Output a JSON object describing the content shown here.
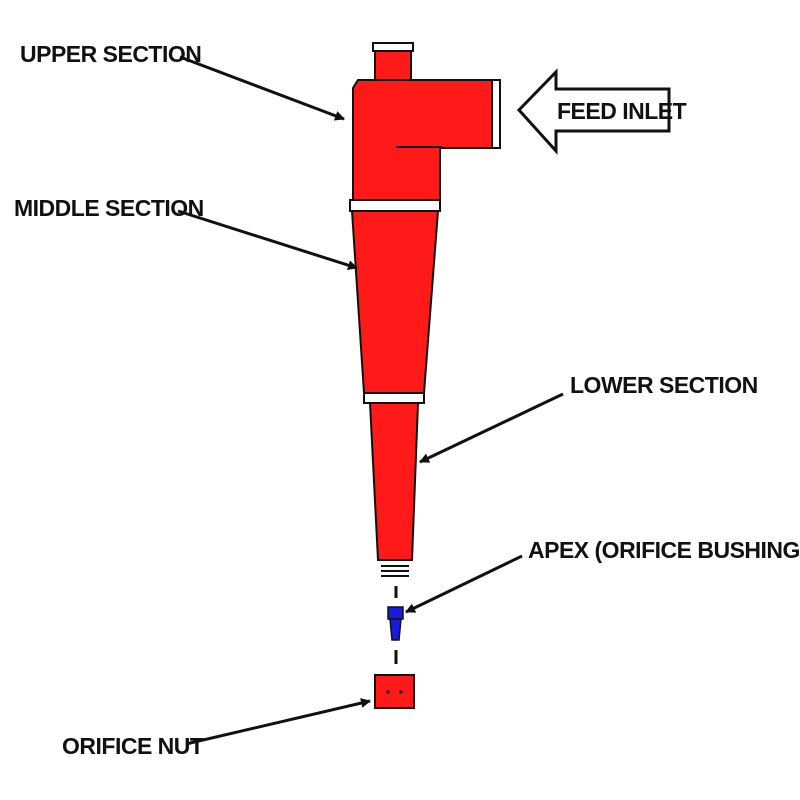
{
  "colors": {
    "body": "#ff1a1a",
    "outline": "#111111",
    "ring": "#ffffff",
    "apex": "#1a1adf",
    "text": "#111111"
  },
  "labels": {
    "upper": "UPPER SECTION",
    "middle": "MIDDLE SECTION",
    "lower": "LOWER SECTION",
    "apex": "APEX (ORIFICE BUSHING)",
    "nut": "ORIFICE NUT",
    "feed": "FEED INLET"
  }
}
